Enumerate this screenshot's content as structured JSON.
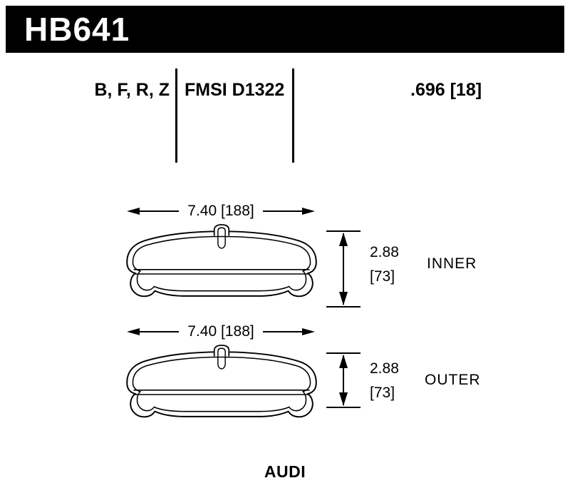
{
  "header": {
    "part_number": "HB641"
  },
  "spec": {
    "compounds": "B, F, R, Z",
    "fmsi": "FMSI D1322",
    "thickness": ".696 [18]"
  },
  "views": [
    {
      "id": "inner",
      "width_label": "7.40 [188]",
      "height_in": "2.88",
      "height_mm": "[73]",
      "position_label": "INNER"
    },
    {
      "id": "outer",
      "width_label": "7.40 [188]",
      "height_in": "2.88",
      "height_mm": "[73]",
      "position_label": "OUTER"
    }
  ],
  "footer": {
    "vehicle": "AUDI"
  },
  "colors": {
    "banner_bg": "#000000",
    "banner_fg": "#ffffff",
    "line": "#000000",
    "background": "#ffffff"
  }
}
